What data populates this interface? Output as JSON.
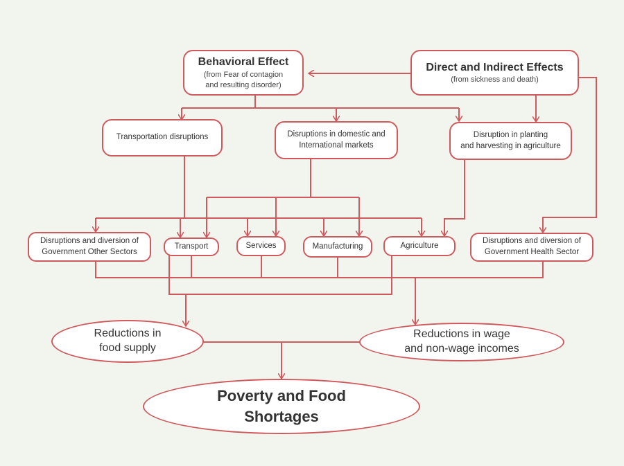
{
  "colors": {
    "stroke": "#cf5a5e",
    "background": "#f1f5ee",
    "box_fill": "#ffffff"
  },
  "nodes": {
    "behavioral": {
      "title": "Behavioral Effect",
      "sub1": "(from Fear of contagion",
      "sub2": "and resulting disorder)"
    },
    "direct": {
      "title": "Direct and Indirect Effects",
      "sub": "(from sickness and death)"
    },
    "transportation_disruptions": {
      "label": "Transportation disruptions"
    },
    "markets": {
      "line1": "Disruptions in domestic and",
      "line2": "International markets"
    },
    "planting": {
      "line1": "Disruption in planting",
      "line2": "and harvesting in agriculture"
    },
    "gov_other": {
      "line1": "Disruptions and diversion of",
      "line2": "Government Other Sectors"
    },
    "transport": {
      "label": "Transport"
    },
    "services": {
      "label": "Services"
    },
    "manufacturing": {
      "label": "Manufacturing"
    },
    "agriculture": {
      "label": "Agriculture"
    },
    "gov_health": {
      "line1": "Disruptions and diversion of",
      "line2": "Government Health Sector"
    },
    "food_supply": {
      "line1": "Reductions in",
      "line2": "food supply"
    },
    "incomes": {
      "line1": "Reductions in wage",
      "line2": "and non-wage incomes"
    },
    "poverty": {
      "line1": "Poverty and Food",
      "line2": "Shortages"
    }
  }
}
